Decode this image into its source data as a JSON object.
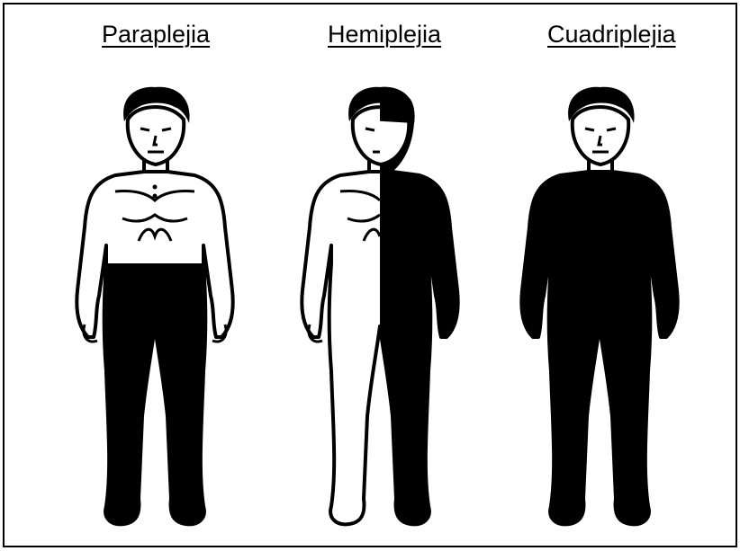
{
  "panels": [
    {
      "label": "Paraplejia",
      "affected": "lower body"
    },
    {
      "label": "Hemiplejia",
      "affected": "left side"
    },
    {
      "label": "Cuadriplejia",
      "affected": "whole body from neck down"
    }
  ],
  "colors": {
    "affected": "#000000",
    "unaffected": "#ffffff",
    "outline": "#000000"
  }
}
